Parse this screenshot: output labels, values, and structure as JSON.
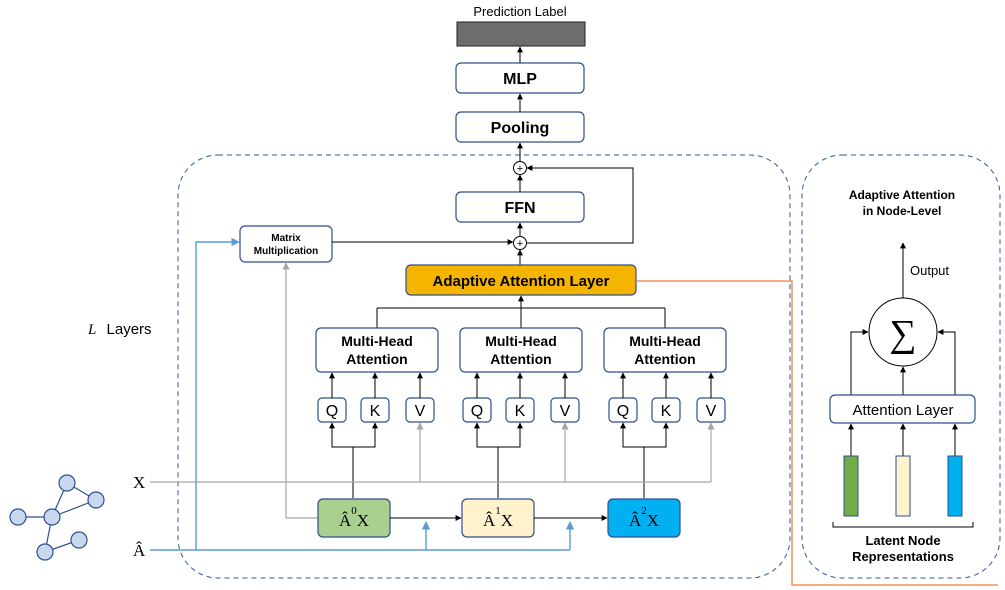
{
  "output": {
    "prediction_label": "Prediction Label",
    "mlp": "MLP",
    "pooling": "Pooling",
    "ffn": "FFN",
    "plus_symbol": "+"
  },
  "layer_block": {
    "layers_var": "L",
    "layers_word": "Layers",
    "matrix_mult_line1": "Matrix",
    "matrix_mult_line2": "Multiplication",
    "adaptive_attention_layer": "Adaptive Attention Layer",
    "mha_line1": "Multi-Head",
    "mha_line2": "Attention",
    "q": "Q",
    "k": "K",
    "v": "V"
  },
  "inputs": {
    "x": "X",
    "a_hat": "Â",
    "a_hat_base": "Â",
    "x_suffix": "X",
    "powers": [
      "0",
      "1",
      "2"
    ]
  },
  "node_level": {
    "title_line1": "Adaptive Attention",
    "title_line2": "in Node-Level",
    "output": "Output",
    "sum_symbol": "∑",
    "attention_layer": "Attention Layer",
    "latent_line1": "Latent Node",
    "latent_line2": "Representations"
  },
  "colors": {
    "dashed_border": "#2e5a9c",
    "box_border": "#2e4f8c",
    "adaptive_fill": "#f5b400",
    "a0_fill": "#a9d08e",
    "a1_fill": "#fff2cc",
    "a2_fill": "#00b0f0",
    "blue_line": "#5b9bd5",
    "gray_line": "#a6a6a6",
    "orange_line": "#ed7d31",
    "node_fill": "#c9d7ef",
    "prediction_fill": "#6d6d6d",
    "bar_green": "#70ad47",
    "bar_cream": "#fff2cc",
    "bar_blue": "#00b0f0"
  }
}
